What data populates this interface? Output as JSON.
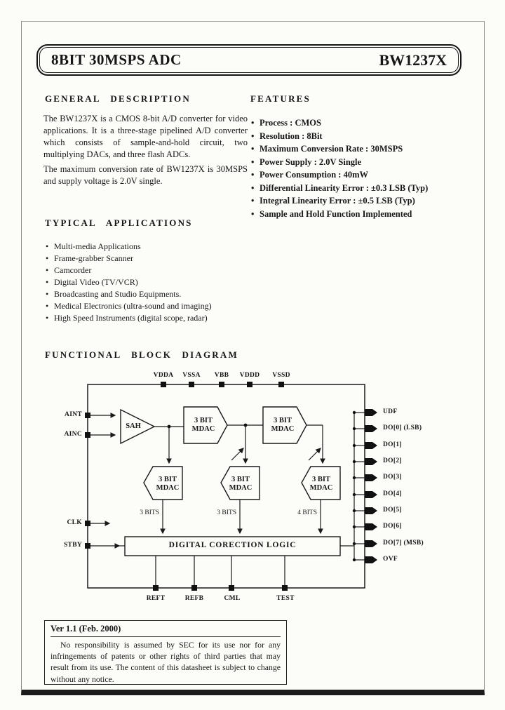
{
  "colors": {
    "ink": "#161616",
    "paper": "#fcfcf9"
  },
  "header": {
    "title": "8BIT 30MSPS ADC",
    "part_number": "BW1237X"
  },
  "general_description": {
    "heading": "GENERAL DESCRIPTION",
    "paragraphs": [
      "The BW1237X is a CMOS 8-bit A/D converter for video applications. It is a three-stage pipelined A/D converter which consists of sample-and-hold circuit, two multiplying DACs, and three flash ADCs.",
      "The maximum conversion rate of BW1237X is 30MSPS and supply voltage is 2.0V single."
    ]
  },
  "features": {
    "heading": "FEATURES",
    "items": [
      "Process : CMOS",
      "Resolution : 8Bit",
      "Maximum Conversion Rate : 30MSPS",
      "Power Supply : 2.0V Single",
      "Power Consumption : 40mW",
      "Differential Linearity Error : ±0.3 LSB (Typ)",
      "Integral Linearity Error : ±0.5 LSB (Typ)",
      "Sample and Hold Function Implemented"
    ]
  },
  "applications": {
    "heading": "TYPICAL APPLICATIONS",
    "items": [
      "Multi-media Applications",
      "Frame-grabber Scanner",
      "Camcorder",
      "Digital Video (TV/VCR)",
      "Broadcasting and Studio Equipments.",
      "Medical Electronics (ultra-sound and imaging)",
      "High Speed Instruments (digital scope, radar)"
    ]
  },
  "diagram": {
    "heading": "FUNCTIONAL BLOCK DIAGRAM",
    "top_pins": [
      "VDDA",
      "VSSA",
      "VBB",
      "VDDD",
      "VSSD"
    ],
    "left_pins": [
      "AINT",
      "AINC",
      "CLK",
      "STBY"
    ],
    "right_pins": [
      "UDF",
      "DO[0] (LSB)",
      "DO[1]",
      "DO[2]",
      "DO[3]",
      "DO[4]",
      "DO[5]",
      "DO[6]",
      "DO[7] (MSB)",
      "OVF"
    ],
    "bottom_pins": [
      "REFT",
      "REFB",
      "CML",
      "TEST"
    ],
    "blocks": {
      "sah": "SAH",
      "mdac": "3 BIT MDAC",
      "logic": "DIGITAL CORECTION LOGIC"
    },
    "bus_labels": [
      "3 BITS",
      "3 BITS",
      "4 BITS"
    ]
  },
  "footer": {
    "version": "Ver 1.1 (Feb. 2000)",
    "disclaimer": "No responsibility is assumed by SEC for its use nor for any infringements of patents or other rights of third parties that may result from its use. The content of this datasheet is subject to change without any notice."
  }
}
